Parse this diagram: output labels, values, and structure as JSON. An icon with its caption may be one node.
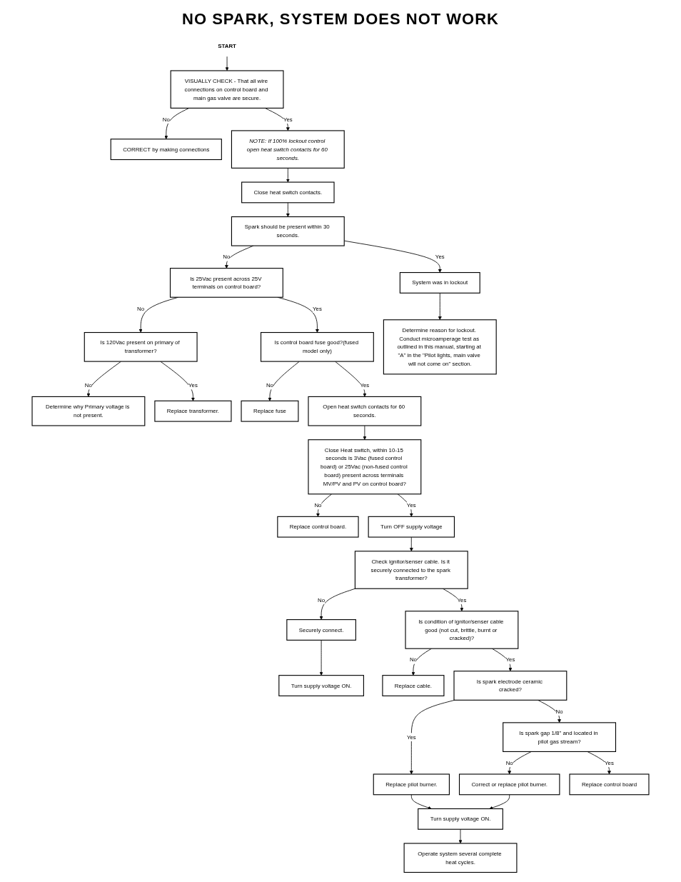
{
  "diagram": {
    "title": "NO SPARK, SYSTEM DOES NOT WORK",
    "nodes": [
      {
        "text": [
          "START"
        ]
      },
      {
        "text": [
          "VISUALLY CHECK - That all wire connections on control board and main gas valve are secure."
        ]
      },
      {
        "text": [
          "CORRECT by making connections"
        ]
      },
      {
        "text": [
          "NOTE: If 100% lockout control open heat switch contacts for 60 seconds."
        ]
      },
      {
        "text": [
          "Close heat switch contacts."
        ]
      },
      {
        "text": [
          "Spark should be present within 30 seconds."
        ]
      },
      {
        "text": [
          "Is 25Vac present across 25V terminals on control board?"
        ]
      },
      {
        "text": [
          "System was in lockout"
        ]
      },
      {
        "text": [
          "Is 120Vac present on primary of transformer?"
        ]
      },
      {
        "text": [
          "Is control board fuse good?(fused model only)"
        ]
      },
      {
        "text": [
          "Determine reason for lockout. Conduct microamperage test as outlined in this manual, starting at \"A\" in the \"Pilot lights, main valve will not come on\" section."
        ]
      },
      {
        "text": [
          "Determine why Primary voltage is not present."
        ]
      },
      {
        "text": [
          "Replace transformer."
        ]
      },
      {
        "text": [
          "Replace fuse"
        ]
      },
      {
        "text": [
          "Open heat switch contacts for 60 seconds."
        ]
      },
      {
        "text": [
          "Close Heat switch, within 10-15 seconds is 3Vac (fused control board) or 25Vac (non-fused control board) present across terminals MV/PV and PV on control board?"
        ]
      },
      {
        "text": [
          "Replace control board."
        ]
      },
      {
        "text": [
          "Turn OFF supply voltage"
        ]
      },
      {
        "text": [
          "Check ignitor/senser cable. Is it securely connected to the spark transformer?"
        ]
      },
      {
        "text": [
          "Turn supply voltage ON."
        ]
      },
      {
        "text": [
          "Securely connect."
        ]
      },
      {
        "text": [
          "Is condition of ignitor/senser cable good (not cut, brittle, burnt or cracked)?"
        ]
      },
      {
        "text": [
          "Replace cable."
        ]
      },
      {
        "text": [
          "Is spark electrode ceramic cracked?"
        ]
      },
      {
        "text": [
          "Replace pilot burner."
        ]
      },
      {
        "text": [
          "Is spark gap 1/8\" and located in pilot gas stream?"
        ]
      },
      {
        "text": [
          "Turn supply voltage ON."
        ]
      },
      {
        "text": [
          "Correct or replace pilot burner."
        ]
      },
      {
        "text": [
          "Replace control board"
        ]
      },
      {
        "text": [
          "Operate system several complete heat cycles."
        ]
      }
    ],
    "edges": [
      {
        "from": 0,
        "to": 1,
        "arrow": "to"
      },
      {
        "from": 1,
        "to": 2,
        "arrow": "to",
        "label": "No"
      },
      {
        "from": 1,
        "to": 3,
        "arrow": "to",
        "label": "Yes"
      },
      {
        "from": 3,
        "to": 4,
        "arrow": "to"
      },
      {
        "from": 4,
        "to": 5,
        "arrow": "to"
      },
      {
        "from": 5,
        "to": 6,
        "arrow": "to",
        "label": "No"
      },
      {
        "from": 5,
        "to": 7,
        "arrow": "to",
        "label": "Yes"
      },
      {
        "from": 7,
        "to": 10,
        "arrow": "to"
      },
      {
        "from": 6,
        "to": 8,
        "arrow": "to",
        "label": "No"
      },
      {
        "from": 6,
        "to": 9,
        "arrow": "to",
        "label": "Yes"
      },
      {
        "from": 8,
        "to": 11,
        "arrow": "to",
        "label": "No"
      },
      {
        "from": 8,
        "to": 12,
        "arrow": "to",
        "label": "Yes"
      },
      {
        "from": 9,
        "to": 13,
        "arrow": "to",
        "label": "No"
      },
      {
        "from": 9,
        "to": 14,
        "arrow": "to",
        "label": "Yes"
      },
      {
        "from": 14,
        "to": 15,
        "arrow": "to"
      },
      {
        "from": 15,
        "to": 16,
        "arrow": "to",
        "label": "No"
      },
      {
        "from": 15,
        "to": 17,
        "arrow": "to",
        "label": "Yes"
      },
      {
        "from": 17,
        "to": 18,
        "arrow": "to"
      },
      {
        "from": 18,
        "to": 20,
        "arrow": "to",
        "label": "No"
      },
      {
        "from": 18,
        "to": 21,
        "arrow": "to",
        "label": "Yes"
      },
      {
        "from": 20,
        "to": 19,
        "arrow": "to"
      },
      {
        "from": 21,
        "to": 22,
        "arrow": "to",
        "label": "No"
      },
      {
        "from": 21,
        "to": 23,
        "arrow": "to",
        "label": "Yes"
      },
      {
        "from": 23,
        "to": 24,
        "arrow": "to",
        "label": "Yes"
      },
      {
        "from": 23,
        "to": 25,
        "arrow": "to",
        "label": "No"
      },
      {
        "from": 24,
        "to": 26,
        "arrow": "to"
      },
      {
        "from": 25,
        "to": 27,
        "arrow": "to",
        "label": "No"
      },
      {
        "from": 25,
        "to": 28,
        "arrow": "to",
        "label": "Yes"
      },
      {
        "from": 27,
        "to": 26,
        "arrow": "to"
      },
      {
        "from": 26,
        "to": 29,
        "arrow": "to"
      }
    ]
  }
}
